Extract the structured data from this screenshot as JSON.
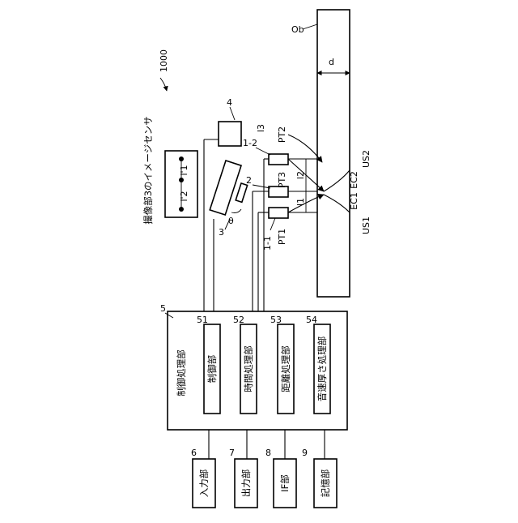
{
  "title": "撮像部3のイメージセンサ",
  "system_ref": "1000",
  "object": {
    "label": "Ob",
    "thickness_label": "d"
  },
  "sensor_marks": {
    "l1": "l'1",
    "l2": "l'2"
  },
  "components": {
    "camera": "3",
    "angle": "θ",
    "light": "4",
    "center_probe": "2",
    "probe_upper": "1-2",
    "probe_lower": "1-1"
  },
  "points": {
    "pt1": "PT1",
    "pt2": "PT2",
    "pt3": "PT3",
    "us1": "US1",
    "us2": "US2",
    "ec1": "EC1",
    "ec2": "EC2"
  },
  "distances": {
    "l1": "l1",
    "l2": "l2",
    "l3": "l3"
  },
  "controller": {
    "ref": "5",
    "label": "制御処理部",
    "units": [
      {
        "ref": "51",
        "label": "制御部"
      },
      {
        "ref": "52",
        "label": "時間処理部"
      },
      {
        "ref": "53",
        "label": "距離処理部"
      },
      {
        "ref": "54",
        "label": "音速厚さ処理部"
      }
    ]
  },
  "peripherals": [
    {
      "ref": "6",
      "label": "入力部"
    },
    {
      "ref": "7",
      "label": "出力部"
    },
    {
      "ref": "8",
      "label": "IF部"
    },
    {
      "ref": "9",
      "label": "記憶部"
    }
  ]
}
